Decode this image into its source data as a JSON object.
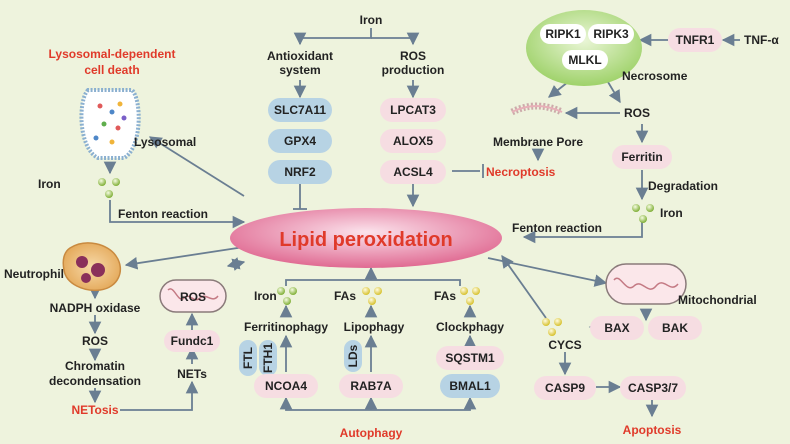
{
  "colors": {
    "background": "#eef3dd",
    "pink_pill": "#f6dde2",
    "blue_pill": "#b7d3e4",
    "accent_red": "#e03a2a",
    "arrow": "#6a7e92",
    "center_gradient_light": "#fbe3ec",
    "center_gradient_dark": "#e06a92",
    "necrosome_green": "#b9de84"
  },
  "center": {
    "label": "Lipid peroxidation"
  },
  "top": {
    "iron": "Iron",
    "antioxidant_line1": "Antioxidant",
    "antioxidant_line2": "system",
    "ros_line1": "ROS",
    "ros_line2": "production",
    "antioxidant_items": [
      "SLC7A11",
      "GPX4",
      "NRF2"
    ],
    "ros_items": [
      "LPCAT3",
      "ALOX5",
      "ACSL4"
    ]
  },
  "lysosomal": {
    "title_line1": "Lysosomal-dependent",
    "title_line2": "cell death",
    "label": "Lysosomal",
    "iron": "Iron",
    "fenton": "Fenton reaction"
  },
  "necroptosis": {
    "ripk1": "RIPK1",
    "ripk3": "RIPK3",
    "mlkl": "MLKL",
    "tnfr1": "TNFR1",
    "tnf": "TNF-α",
    "necrosome": "Necrosome",
    "ros": "ROS",
    "membrane_pore": "Membrane Pore",
    "necroptosis": "Necroptosis",
    "ferritin": "Ferritin",
    "degradation": "Degradation",
    "iron": "Iron",
    "fenton": "Fenton reaction"
  },
  "netosis": {
    "neutrophil": "Neutrophil",
    "nadph": "NADPH oxidase",
    "ros": "ROS",
    "chromatin_line1": "Chromatin",
    "chromatin_line2": "decondensation",
    "netosis": "NETosis",
    "nets": "NETs",
    "fundc1": "Fundc1",
    "mito_ros": "ROS"
  },
  "autophagy": {
    "autophagy": "Autophagy",
    "iron": "Iron",
    "fas1": "FAs",
    "fas2": "FAs",
    "ferritinophagy": "Ferritinophagy",
    "lipophagy": "Lipophagy",
    "clockphagy": "Clockphagy",
    "ftl": "FTL",
    "fth1": "FTH1",
    "lds": "LDs",
    "sqstm1": "SQSTM1",
    "ncoa4": "NCOA4",
    "rab7a": "RAB7A",
    "bmal1": "BMAL1"
  },
  "apoptosis": {
    "mitochondrial": "Mitochondrial",
    "bax": "BAX",
    "bak": "BAK",
    "cycs": "CYCS",
    "casp9": "CASP9",
    "casp37": "CASP3/7",
    "apoptosis": "Apoptosis"
  }
}
